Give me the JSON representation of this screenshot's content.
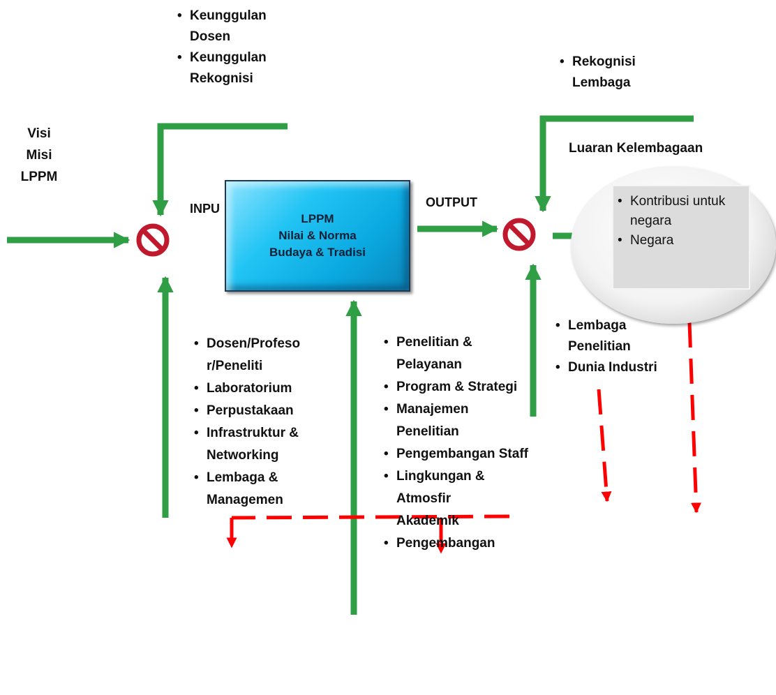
{
  "colors": {
    "arrow": "#2f9e45",
    "dash": "#ff0000",
    "block": "#c0182c"
  },
  "vision": [
    "Visi",
    "Misi",
    "LPPM"
  ],
  "labels": {
    "input": "INPU",
    "output": "OUTPUT"
  },
  "core_box": [
    "LPPM",
    "Nilai & Norma",
    "Budaya & Tradisi"
  ],
  "top_left_list": [
    "Keunggulan Dosen",
    "Keunggulan Rekognisi"
  ],
  "top_right_list": [
    "Rekognisi Lembaga"
  ],
  "outcome_heading": "Luaran Kelembagaan",
  "outcome_list": [
    "Kontribusi untuk negara",
    "Negara"
  ],
  "resources_list": [
    "Dosen/Profeso r/Peneliti",
    "Laboratorium",
    "Perpustakaan",
    "Infrastruktur & Networking",
    "Lembaga & Managemen"
  ],
  "process_list": [
    "Penelitian & Pelayanan",
    "Program & Strategi",
    "Manajemen Penelitian",
    "Pengembangan Staff",
    "Lingkungan & Atmosfir Akademik",
    "Pengembangan"
  ],
  "stakeholders_list": [
    "Lembaga Penelitian",
    "Dunia Industri"
  ],
  "icons": {
    "block": "no-entry-icon",
    "arrow": "arrow-icon"
  }
}
